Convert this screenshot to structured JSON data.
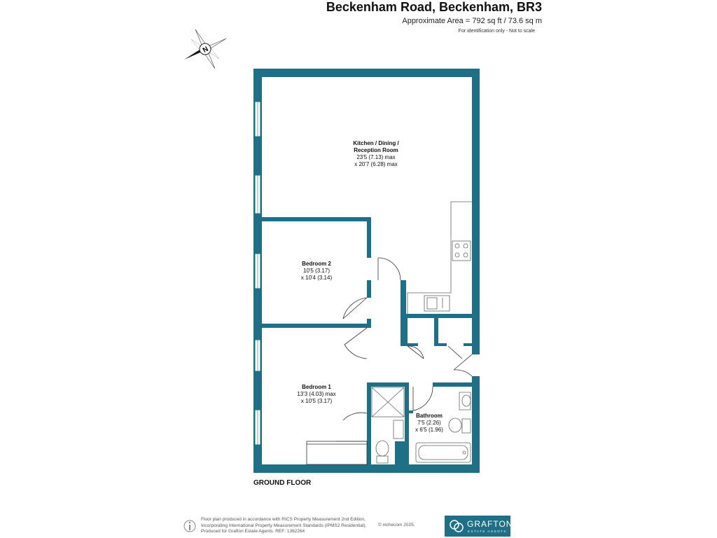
{
  "header": {
    "title": "Beckenham Road, Beckenham, BR3",
    "area": "Approximate Area = 792 sq ft / 73.6 sq m",
    "note": "For identification only - Not to scale"
  },
  "compass": {
    "label": "N"
  },
  "rooms": {
    "kitchen": {
      "name_line1": "Kitchen / Dining /",
      "name_line2": "Reception Room",
      "dim1": "23'5 (7.13) max",
      "dim2": "x 20'7 (6.28) max"
    },
    "bedroom2": {
      "name": "Bedroom 2",
      "dim1": "10'5 (3.17)",
      "dim2": "x 10'4 (3.14)"
    },
    "bedroom1": {
      "name": "Bedroom 1",
      "dim1": "13'3 (4.03) max",
      "dim2": "x 10'5 (3.17)"
    },
    "bathroom": {
      "name": "Bathroom",
      "dim1": "7'5 (2.26)",
      "dim2": "x 6'5 (1.96)"
    }
  },
  "floor_label": "GROUND FLOOR",
  "footer": {
    "line1": "Floor plan produced in accordance with RICS Property Measurement 2nd Edition,",
    "line2": "Incorporating International Property Measurement Standards (IPMS2 Residential).",
    "line3": "Produced for Grafton Estate Agents.   REF:  1362264",
    "copyright": "© nichecom 2025."
  },
  "logo": {
    "name": "GRAFTON",
    "tagline": "ESTATE AGENTS"
  },
  "colors": {
    "wall": "#1f6f86",
    "logo_bg": "#1f6f86"
  }
}
